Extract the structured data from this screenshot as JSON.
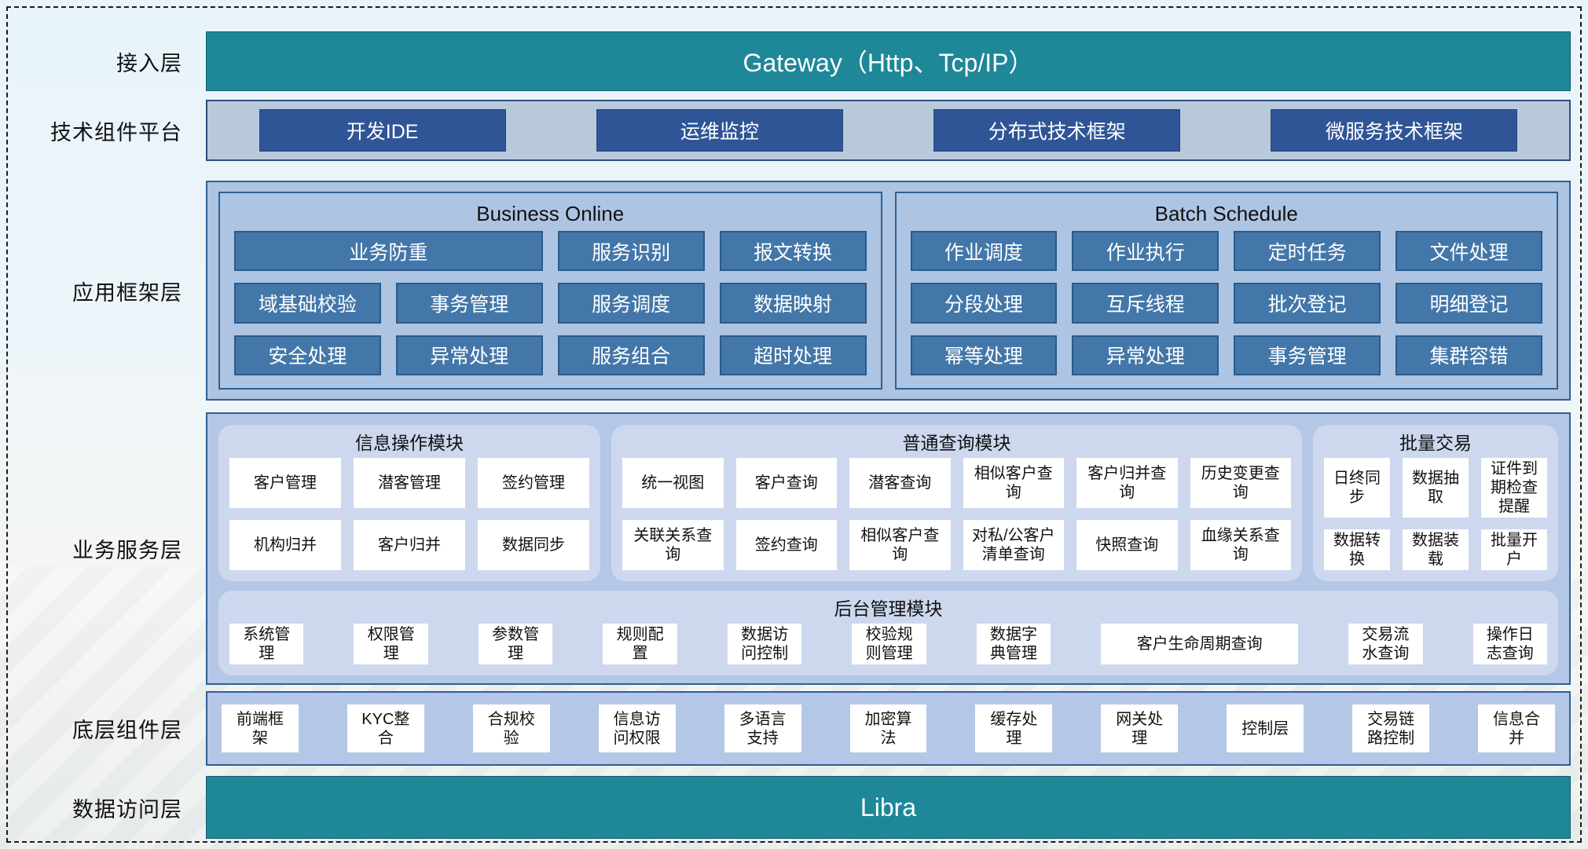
{
  "colors": {
    "teal": "#1E8798",
    "navy": "#2F5597",
    "steel": "#4377A9",
    "tech_bg": "#B9C9DC",
    "appfw_bg": "#ADC5E2",
    "svc_bg": "#B4C7E7",
    "mod_bg": "#CDD8EE"
  },
  "access": {
    "label": "接入层",
    "bar": "Gateway（Http、Tcp/IP）"
  },
  "tech": {
    "label": "技术组件平台",
    "items": [
      "开发IDE",
      "运维监控",
      "分布式技术框架",
      "微服务技术框架"
    ]
  },
  "appfw": {
    "label": "应用框架层",
    "bo": {
      "title": "Business Online",
      "r1": [
        "业务防重",
        "服务识别",
        "报文转换"
      ],
      "r2": [
        "域基础校验",
        "事务管理",
        "服务调度",
        "数据映射"
      ],
      "r3": [
        "安全处理",
        "异常处理",
        "服务组合",
        "超时处理"
      ]
    },
    "bs": {
      "title": "Batch Schedule",
      "r1": [
        "作业调度",
        "作业执行",
        "定时任务",
        "文件处理"
      ],
      "r2": [
        "分段处理",
        "互斥线程",
        "批次登记",
        "明细登记"
      ],
      "r3": [
        "幂等处理",
        "异常处理",
        "事务管理",
        "集群容错"
      ]
    }
  },
  "svc": {
    "label": "业务服务层",
    "info": {
      "title": "信息操作模块",
      "r1": [
        "客户管理",
        "潜客管理",
        "签约管理"
      ],
      "r2": [
        "机构归并",
        "客户归并",
        "数据同步"
      ]
    },
    "query": {
      "title": "普通查询模块",
      "r1": [
        "统一视图",
        "客户查询",
        "潜客查询",
        "相似客户查询",
        "客户归并查询",
        "历史变更查询"
      ],
      "r2": [
        "关联关系查询",
        "签约查询",
        "相似客户查询",
        "对私/公客户清单查询",
        "快照查询",
        "血缘关系查询"
      ]
    },
    "batch": {
      "title": "批量交易",
      "r1": [
        "日终同步",
        "数据抽取",
        "证件到期检查提醒"
      ],
      "r2": [
        "数据转换",
        "数据装载",
        "批量开户"
      ]
    },
    "admin": {
      "title": "后台管理模块",
      "items": [
        "系统管理",
        "权限管理",
        "参数管理",
        "规则配置",
        "数据访问控制",
        "校验规则管理",
        "数据字典管理",
        "客户生命周期查询",
        "交易流水查询",
        "操作日志查询"
      ]
    }
  },
  "base": {
    "label": "底层组件层",
    "items": [
      "前端框架",
      "KYC整合",
      "合规校验",
      "信息访问权限",
      "多语言支持",
      "加密算法",
      "缓存处理",
      "网关处理",
      "控制层",
      "交易链路控制",
      "信息合并"
    ]
  },
  "data_access": {
    "label": "数据访问层",
    "bar": "Libra"
  }
}
